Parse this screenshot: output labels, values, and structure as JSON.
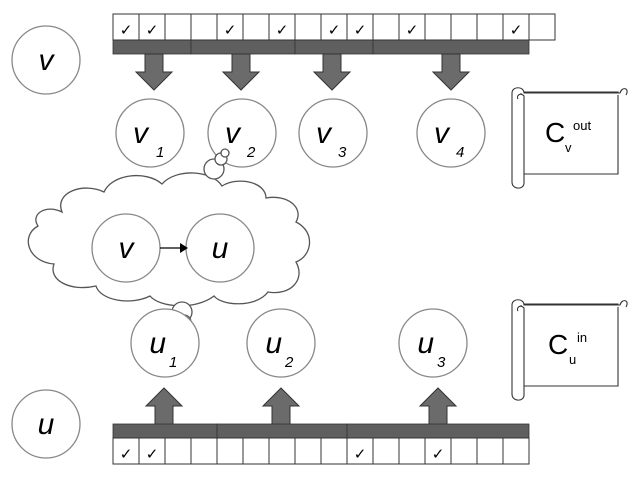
{
  "source_node": {
    "label": "v"
  },
  "target_node": {
    "label": "u"
  },
  "out_neighbors": [
    {
      "base": "v",
      "index": "1"
    },
    {
      "base": "v",
      "index": "2"
    },
    {
      "base": "v",
      "index": "3"
    },
    {
      "base": "v",
      "index": "4"
    }
  ],
  "in_neighbors": [
    {
      "base": "u",
      "index": "1"
    },
    {
      "base": "u",
      "index": "2"
    },
    {
      "base": "u",
      "index": "3"
    }
  ],
  "top_bitmap": {
    "check_symbol": "✓",
    "cells": [
      1,
      1,
      0,
      0,
      1,
      0,
      1,
      0,
      1,
      1,
      0,
      1,
      0,
      0,
      0,
      1,
      0
    ],
    "segments": [
      3,
      4,
      3,
      6
    ]
  },
  "bottom_bitmap": {
    "check_symbol": "✓",
    "cells": [
      1,
      1,
      0,
      0,
      0,
      0,
      0,
      0,
      0,
      1,
      0,
      0,
      1,
      0,
      0,
      0
    ],
    "segments": [
      4,
      5,
      7
    ]
  },
  "thought_bubble": {
    "from_label": "v",
    "to_label": "u"
  },
  "scroll_out": {
    "main": "C",
    "subscript": "v",
    "superscript": "out"
  },
  "scroll_in": {
    "main": "C",
    "subscript": "u",
    "superscript": "in"
  }
}
